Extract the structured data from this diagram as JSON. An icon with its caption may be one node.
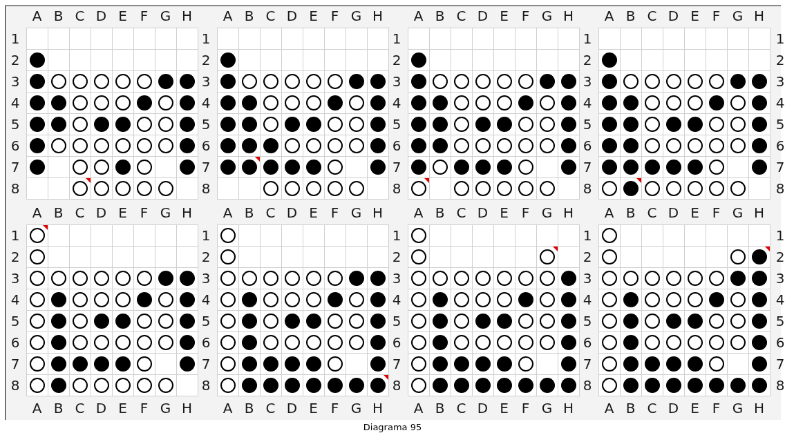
{
  "diagram": {
    "caption": "Diagrama 95",
    "nodes": [
      {
        "text": [],
        "shape": "grid"
      },
      {
        "text": [],
        "shape": "disc",
        "in": 0
      },
      {
        "text": [],
        "shape": "disc",
        "in": 0
      },
      {
        "text": [],
        "shape": "circle",
        "in": 0
      },
      {
        "text": [],
        "shape": "circle",
        "in": 0
      },
      {
        "text": [],
        "shape": "circle",
        "in": 0
      },
      {
        "text": [],
        "shape": "circle",
        "in": 0
      },
      {
        "text": [],
        "shape": "circle",
        "in": 0
      },
      {
        "text": [],
        "shape": "disc",
        "in": 0
      },
      {
        "text": [],
        "shape": "disc",
        "in": 0
      },
      {
        "text": [],
        "shape": "disc",
        "in": 0
      },
      {
        "text": [],
        "shape": "disc",
        "in": 0
      },
      {
        "text": [],
        "shape": "circle",
        "in": 0
      },
      {
        "text": [],
        "shape": "circle",
        "in": 0
      },
      {
        "text": [],
        "shape": "circle",
        "in": 0
      },
      {
        "text": [],
        "shape": "disc",
        "in": 0
      },
      {
        "text": [],
        "shape": "circle",
        "in": 0
      },
      {
        "text": [],
        "shape": "disc",
        "in": 0
      },
      {
        "text": [],
        "shape": "disc",
        "in": 0
      },
      {
        "text": [],
        "shape": "disc",
        "in": 0
      },
      {
        "text": [],
        "shape": "circle",
        "in": 0
      },
      {
        "text": [],
        "shape": "disc",
        "in": 0
      },
      {
        "text": [],
        "shape": "disc",
        "in": 0
      },
      {
        "text": [],
        "shape": "circle",
        "in": 0
      },
      {
        "text": [],
        "shape": "circle",
        "in": 0
      },
      {
        "text": [],
        "shape": "disc",
        "in": 0
      },
      {
        "text": [],
        "shape": "disc",
        "in": 0
      },
      {
        "text": [],
        "shape": "circle",
        "in": 0
      },
      {
        "text": [],
        "shape": "circle",
        "in": 0
      },
      {
        "text": [],
        "shape": "circle",
        "in": 0
      },
      {
        "text": [],
        "shape": "circle",
        "in": 0
      },
      {
        "text": [],
        "shape": "circle",
        "in": 0
      },
      {
        "text": [],
        "shape": "circle",
        "in": 0
      },
      {
        "text": [],
        "shape": "disc",
        "in": 0
      },
      {
        "text": [],
        "shape": "disc",
        "in": 0
      },
      {
        "text": [],
        "shape": "circle",
        "in": 0
      },
      {
        "text": [],
        "shape": "circle",
        "in": 0
      },
      {
        "text": [],
        "shape": "disc",
        "in": 0
      },
      {
        "text": [],
        "shape": "circle",
        "in": 0
      },
      {
        "text": [],
        "shape": "disc",
        "in": 0
      },
      {
        "text": [],
        "shape": "circle",
        "in": 0
      },
      {
        "text": [],
        "shape": "triangle",
        "in": 0
      },
      {
        "text": [],
        "shape": "circle",
        "in": 0
      },
      {
        "text": [],
        "shape": "circle",
        "in": 0
      },
      {
        "text": [],
        "shape": "circle",
        "in": 0
      },
      {
        "text": [],
        "shape": "circle",
        "in": 0
      },
      {
        "text": [],
        "shape": "grid"
      },
      {
        "text": [],
        "shape": "disc",
        "in": 46
      },
      {
        "text": [],
        "shape": "disc",
        "in": 46
      },
      {
        "text": [],
        "shape": "circle",
        "in": 46
      },
      {
        "text": [],
        "shape": "circle",
        "in": 46
      },
      {
        "text": [],
        "shape": "circle",
        "in": 46
      },
      {
        "text": [],
        "shape": "circle",
        "in": 46
      },
      {
        "text": [],
        "shape": "circle",
        "in": 46
      },
      {
        "text": [],
        "shape": "disc",
        "in": 46
      },
      {
        "text": [],
        "shape": "disc",
        "in": 46
      },
      {
        "text": [],
        "shape": "disc",
        "in": 46
      },
      {
        "text": [],
        "shape": "disc",
        "in": 46
      },
      {
        "text": [],
        "shape": "circle",
        "in": 46
      },
      {
        "text": [],
        "shape": "circle",
        "in": 46
      },
      {
        "text": [],
        "shape": "circle",
        "in": 46
      },
      {
        "text": [],
        "shape": "disc",
        "in": 46
      },
      {
        "text": [],
        "shape": "circle",
        "in": 46
      },
      {
        "text": [],
        "shape": "disc",
        "in": 46
      },
      {
        "text": [],
        "shape": "disc",
        "in": 46
      },
      {
        "text": [],
        "shape": "disc",
        "in": 46
      },
      {
        "text": [],
        "shape": "circle",
        "in": 46
      },
      {
        "text": [],
        "shape": "disc",
        "in": 46
      },
      {
        "text": [],
        "shape": "disc",
        "in": 46
      },
      {
        "text": [],
        "shape": "circle",
        "in": 46
      },
      {
        "text": [],
        "shape": "circle",
        "in": 46
      },
      {
        "text": [],
        "shape": "disc",
        "in": 46
      },
      {
        "text": [],
        "shape": "disc",
        "in": 46
      },
      {
        "text": [],
        "shape": "disc",
        "in": 46
      },
      {
        "text": [],
        "shape": "disc",
        "in": 46
      },
      {
        "text": [],
        "shape": "circle",
        "in": 46
      },
      {
        "text": [],
        "shape": "circle",
        "in": 46
      },
      {
        "text": [],
        "shape": "circle",
        "in": 46
      },
      {
        "text": [],
        "shape": "circle",
        "in": 46
      },
      {
        "text": [],
        "shape": "disc",
        "in": 46
      },
      {
        "text": [],
        "shape": "disc",
        "in": 46
      },
      {
        "text": [],
        "shape": "disc",
        "in": 46
      },
      {
        "text": [],
        "shape": "triangle",
        "in": 46
      },
      {
        "text": [],
        "shape": "disc",
        "in": 46
      },
      {
        "text": [],
        "shape": "disc",
        "in": 46
      },
      {
        "text": [],
        "shape": "disc",
        "in": 46
      },
      {
        "text": [],
        "shape": "circle",
        "in": 46
      },
      {
        "text": [],
        "shape": "disc",
        "in": 46
      },
      {
        "text": [],
        "shape": "circle",
        "in": 46
      },
      {
        "text": [],
        "shape": "circle",
        "in": 46
      },
      {
        "text": [],
        "shape": "circle",
        "in": 46
      },
      {
        "text": [],
        "shape": "circle",
        "in": 46
      },
      {
        "text": [],
        "shape": "circle",
        "in": 46
      },
      {
        "text": [],
        "shape": "grid"
      },
      {
        "text": [],
        "shape": "disc",
        "in": 93
      },
      {
        "text": [],
        "shape": "disc",
        "in": 93
      },
      {
        "text": [],
        "shape": "circle",
        "in": 93
      },
      {
        "text": [],
        "shape": "circle",
        "in": 93
      },
      {
        "text": [],
        "shape": "circle",
        "in": 93
      },
      {
        "text": [],
        "shape": "circle",
        "in": 93
      },
      {
        "text": [],
        "shape": "circle",
        "in": 93
      },
      {
        "text": [],
        "shape": "disc",
        "in": 93
      },
      {
        "text": [],
        "shape": "disc",
        "in": 93
      },
      {
        "text": [],
        "shape": "disc",
        "in": 93
      },
      {
        "text": [],
        "shape": "disc",
        "in": 93
      },
      {
        "text": [],
        "shape": "circle",
        "in": 93
      },
      {
        "text": [],
        "shape": "circle",
        "in": 93
      },
      {
        "text": [],
        "shape": "circle",
        "in": 93
      },
      {
        "text": [],
        "shape": "disc",
        "in": 93
      },
      {
        "text": [],
        "shape": "circle",
        "in": 93
      },
      {
        "text": [],
        "shape": "disc",
        "in": 93
      },
      {
        "text": [],
        "shape": "disc",
        "in": 93
      },
      {
        "text": [],
        "shape": "disc",
        "in": 93
      },
      {
        "text": [],
        "shape": "circle",
        "in": 93
      },
      {
        "text": [],
        "shape": "disc",
        "in": 93
      },
      {
        "text": [],
        "shape": "disc",
        "in": 93
      },
      {
        "text": [],
        "shape": "circle",
        "in": 93
      },
      {
        "text": [],
        "shape": "circle",
        "in": 93
      },
      {
        "text": [],
        "shape": "disc",
        "in": 93
      },
      {
        "text": [],
        "shape": "disc",
        "in": 93
      },
      {
        "text": [],
        "shape": "disc",
        "in": 93
      },
      {
        "text": [],
        "shape": "circle",
        "in": 93
      },
      {
        "text": [],
        "shape": "circle",
        "in": 93
      },
      {
        "text": [],
        "shape": "circle",
        "in": 93
      },
      {
        "text": [],
        "shape": "circle",
        "in": 93
      },
      {
        "text": [],
        "shape": "circle",
        "in": 93
      },
      {
        "text": [],
        "shape": "disc",
        "in": 93
      },
      {
        "text": [],
        "shape": "disc",
        "in": 93
      },
      {
        "text": [],
        "shape": "circle",
        "in": 93
      },
      {
        "text": [],
        "shape": "disc",
        "in": 93
      },
      {
        "text": [],
        "shape": "disc",
        "in": 93
      },
      {
        "text": [],
        "shape": "disc",
        "in": 93
      },
      {
        "text": [],
        "shape": "circle",
        "in": 93
      },
      {
        "text": [],
        "shape": "disc",
        "in": 93
      },
      {
        "text": [],
        "shape": "circle",
        "in": 93
      },
      {
        "text": [],
        "shape": "triangle",
        "in": 93
      },
      {
        "text": [],
        "shape": "circle",
        "in": 93
      },
      {
        "text": [],
        "shape": "circle",
        "in": 93
      },
      {
        "text": [],
        "shape": "circle",
        "in": 93
      },
      {
        "text": [],
        "shape": "circle",
        "in": 93
      },
      {
        "text": [],
        "shape": "circle",
        "in": 93
      },
      {
        "text": [],
        "shape": "grid"
      },
      {
        "text": [],
        "shape": "disc",
        "in": 141
      },
      {
        "text": [],
        "shape": "disc",
        "in": 141
      },
      {
        "text": [],
        "shape": "circle",
        "in": 141
      },
      {
        "text": [],
        "shape": "circle",
        "in": 141
      },
      {
        "text": [],
        "shape": "circle",
        "in": 141
      },
      {
        "text": [],
        "shape": "circle",
        "in": 141
      },
      {
        "text": [],
        "shape": "circle",
        "in": 141
      },
      {
        "text": [],
        "shape": "disc",
        "in": 141
      },
      {
        "text": [],
        "shape": "disc",
        "in": 141
      },
      {
        "text": [],
        "shape": "disc",
        "in": 141
      },
      {
        "text": [],
        "shape": "disc",
        "in": 141
      },
      {
        "text": [],
        "shape": "circle",
        "in": 141
      },
      {
        "text": [],
        "shape": "circle",
        "in": 141
      },
      {
        "text": [],
        "shape": "circle",
        "in": 141
      },
      {
        "text": [],
        "shape": "disc",
        "in": 141
      },
      {
        "text": [],
        "shape": "circle",
        "in": 141
      },
      {
        "text": [],
        "shape": "disc",
        "in": 141
      },
      {
        "text": [],
        "shape": "disc",
        "in": 141
      },
      {
        "text": [],
        "shape": "disc",
        "in": 141
      },
      {
        "text": [],
        "shape": "circle",
        "in": 141
      },
      {
        "text": [],
        "shape": "disc",
        "in": 141
      },
      {
        "text": [],
        "shape": "disc",
        "in": 141
      },
      {
        "text": [],
        "shape": "circle",
        "in": 141
      },
      {
        "text": [],
        "shape": "circle",
        "in": 141
      },
      {
        "text": [],
        "shape": "disc",
        "in": 141
      },
      {
        "text": [],
        "shape": "disc",
        "in": 141
      },
      {
        "text": [],
        "shape": "disc",
        "in": 141
      },
      {
        "text": [],
        "shape": "circle",
        "in": 141
      },
      {
        "text": [],
        "shape": "circle",
        "in": 141
      },
      {
        "text": [],
        "shape": "circle",
        "in": 141
      },
      {
        "text": [],
        "shape": "circle",
        "in": 141
      },
      {
        "text": [],
        "shape": "circle",
        "in": 141
      },
      {
        "text": [],
        "shape": "disc",
        "in": 141
      },
      {
        "text": [],
        "shape": "disc",
        "in": 141
      },
      {
        "text": [],
        "shape": "disc",
        "in": 141
      },
      {
        "text": [],
        "shape": "disc",
        "in": 141
      },
      {
        "text": [],
        "shape": "disc",
        "in": 141
      },
      {
        "text": [],
        "shape": "disc",
        "in": 141
      },
      {
        "text": [],
        "shape": "circle",
        "in": 141
      },
      {
        "text": [],
        "shape": "disc",
        "in": 141
      },
      {
        "text": [],
        "shape": "circle",
        "in": 141
      },
      {
        "text": [],
        "shape": "disc",
        "in": 141
      },
      {
        "text": [],
        "shape": "triangle",
        "in": 141
      },
      {
        "text": [],
        "shape": "circle",
        "in": 141
      },
      {
        "text": [],
        "shape": "circle",
        "in": 141
      },
      {
        "text": [],
        "shape": "circle",
        "in": 141
      },
      {
        "text": [],
        "shape": "circle",
        "in": 141
      },
      {
        "text": [],
        "shape": "circle",
        "in": 141
      },
      {
        "text": [],
        "shape": "grid"
      },
      {
        "text": [],
        "shape": "circle",
        "in": 190
      },
      {
        "text": [],
        "shape": "triangle",
        "in": 190
      },
      {
        "text": [],
        "shape": "circle",
        "in": 190
      },
      {
        "text": [],
        "shape": "circle",
        "in": 190
      },
      {
        "text": [],
        "shape": "circle",
        "in": 190
      },
      {
        "text": [],
        "shape": "circle",
        "in": 190
      },
      {
        "text": [],
        "shape": "circle",
        "in": 190
      },
      {
        "text": [],
        "shape": "circle",
        "in": 190
      },
      {
        "text": [],
        "shape": "circle",
        "in": 190
      },
      {
        "text": [],
        "shape": "disc",
        "in": 190
      },
      {
        "text": [],
        "shape": "disc",
        "in": 190
      },
      {
        "text": [],
        "shape": "circle",
        "in": 190
      },
      {
        "text": [],
        "shape": "disc",
        "in": 190
      },
      {
        "text": [],
        "shape": "circle",
        "in": 190
      },
      {
        "text": [],
        "shape": "circle",
        "in": 190
      },
      {
        "text": [],
        "shape": "circle",
        "in": 190
      },
      {
        "text": [],
        "shape": "disc",
        "in": 190
      },
      {
        "text": [],
        "shape": "circle",
        "in": 190
      },
      {
        "text": [],
        "shape": "disc",
        "in": 190
      },
      {
        "text": [],
        "shape": "circle",
        "in": 190
      },
      {
        "text": [],
        "shape": "disc",
        "in": 190
      },
      {
        "text": [],
        "shape": "circle",
        "in": 190
      },
      {
        "text": [],
        "shape": "disc",
        "in": 190
      },
      {
        "text": [],
        "shape": "disc",
        "in": 190
      },
      {
        "text": [],
        "shape": "circle",
        "in": 190
      },
      {
        "text": [],
        "shape": "circle",
        "in": 190
      },
      {
        "text": [],
        "shape": "disc",
        "in": 190
      },
      {
        "text": [],
        "shape": "circle",
        "in": 190
      },
      {
        "text": [],
        "shape": "disc",
        "in": 190
      },
      {
        "text": [],
        "shape": "circle",
        "in": 190
      },
      {
        "text": [],
        "shape": "circle",
        "in": 190
      },
      {
        "text": [],
        "shape": "circle",
        "in": 190
      },
      {
        "text": [],
        "shape": "circle",
        "in": 190
      },
      {
        "text": [],
        "shape": "circle",
        "in": 190
      },
      {
        "text": [],
        "shape": "disc",
        "in": 190
      },
      {
        "text": [],
        "shape": "circle",
        "in": 190
      },
      {
        "text": [],
        "shape": "disc",
        "in": 190
      },
      {
        "text": [],
        "shape": "disc",
        "in": 190
      },
      {
        "text": [],
        "shape": "disc",
        "in": 190
      },
      {
        "text": [],
        "shape": "disc",
        "in": 190
      },
      {
        "text": [],
        "shape": "circle",
        "in": 190
      },
      {
        "text": [],
        "shape": "disc",
        "in": 190
      },
      {
        "text": [],
        "shape": "circle",
        "in": 190
      },
      {
        "text": [],
        "shape": "disc",
        "in": 190
      },
      {
        "text": [],
        "shape": "circle",
        "in": 190
      },
      {
        "text": [],
        "shape": "circle",
        "in": 190
      },
      {
        "text": [],
        "shape": "circle",
        "in": 190
      },
      {
        "text": [],
        "shape": "circle",
        "in": 190
      },
      {
        "text": [],
        "shape": "circle",
        "in": 190
      },
      {
        "text": [],
        "shape": "grid"
      },
      {
        "text": [],
        "shape": "circle",
        "in": 240
      },
      {
        "text": [],
        "shape": "circle",
        "in": 240
      },
      {
        "text": [],
        "shape": "circle",
        "in": 240
      },
      {
        "text": [],
        "shape": "circle",
        "in": 240
      },
      {
        "text": [],
        "shape": "circle",
        "in": 240
      },
      {
        "text": [],
        "shape": "circle",
        "in": 240
      },
      {
        "text": [],
        "shape": "circle",
        "in": 240
      },
      {
        "text": [],
        "shape": "circle",
        "in": 240
      },
      {
        "text": [],
        "shape": "disc",
        "in": 240
      },
      {
        "text": [],
        "shape": "disc",
        "in": 240
      },
      {
        "text": [],
        "shape": "circle",
        "in": 240
      },
      {
        "text": [],
        "shape": "disc",
        "in": 240
      },
      {
        "text": [],
        "shape": "circle",
        "in": 240
      },
      {
        "text": [],
        "shape": "circle",
        "in": 240
      },
      {
        "text": [],
        "shape": "circle",
        "in": 240
      },
      {
        "text": [],
        "shape": "disc",
        "in": 240
      },
      {
        "text": [],
        "shape": "circle",
        "in": 240
      },
      {
        "text": [],
        "shape": "disc",
        "in": 240
      },
      {
        "text": [],
        "shape": "circle",
        "in": 240
      },
      {
        "text": [],
        "shape": "disc",
        "in": 240
      },
      {
        "text": [],
        "shape": "circle",
        "in": 240
      },
      {
        "text": [],
        "shape": "disc",
        "in": 240
      },
      {
        "text": [],
        "shape": "disc",
        "in": 240
      },
      {
        "text": [],
        "shape": "circle",
        "in": 240
      },
      {
        "text": [],
        "shape": "circle",
        "in": 240
      },
      {
        "text": [],
        "shape": "disc",
        "in": 240
      },
      {
        "text": [],
        "shape": "circle",
        "in": 240
      },
      {
        "text": [],
        "shape": "disc",
        "in": 240
      },
      {
        "text": [],
        "shape": "circle",
        "in": 240
      },
      {
        "text": [],
        "shape": "circle",
        "in": 240
      },
      {
        "text": [],
        "shape": "circle",
        "in": 240
      },
      {
        "text": [],
        "shape": "circle",
        "in": 240
      },
      {
        "text": [],
        "shape": "circle",
        "in": 240
      },
      {
        "text": [],
        "shape": "disc",
        "in": 240
      },
      {
        "text": [],
        "shape": "circle",
        "in": 240
      },
      {
        "text": [],
        "shape": "disc",
        "in": 240
      },
      {
        "text": [],
        "shape": "disc",
        "in": 240
      },
      {
        "text": [],
        "shape": "disc",
        "in": 240
      },
      {
        "text": [],
        "shape": "disc",
        "in": 240
      },
      {
        "text": [],
        "shape": "circle",
        "in": 240
      },
      {
        "text": [],
        "shape": "disc",
        "in": 240
      },
      {
        "text": [],
        "shape": "circle",
        "in": 240
      },
      {
        "text": [],
        "shape": "disc",
        "in": 240
      },
      {
        "text": [],
        "shape": "disc",
        "in": 240
      },
      {
        "text": [],
        "shape": "disc",
        "in": 240
      },
      {
        "text": [],
        "shape": "disc",
        "in": 240
      },
      {
        "text": [],
        "shape": "disc",
        "in": 240
      },
      {
        "text": [],
        "shape": "disc",
        "in": 240
      },
      {
        "text": [],
        "shape": "disc",
        "in": 240
      },
      {
        "text": [],
        "shape": "triangle",
        "in": 240
      },
      {
        "text": [],
        "shape": "grid"
      },
      {
        "text": [],
        "shape": "circle",
        "in": 291
      },
      {
        "text": [],
        "shape": "circle",
        "in": 291
      },
      {
        "text": [],
        "shape": "circle",
        "in": 291
      },
      {
        "text": [],
        "shape": "triangle",
        "in": 291
      },
      {
        "text": [],
        "shape": "circle",
        "in": 291
      },
      {
        "text": [],
        "shape": "circle",
        "in": 291
      },
      {
        "text": [],
        "shape": "circle",
        "in": 291
      },
      {
        "text": [],
        "shape": "circle",
        "in": 291
      },
      {
        "text": [],
        "shape": "circle",
        "in": 291
      },
      {
        "text": [],
        "shape": "circle",
        "in": 291
      },
      {
        "text": [],
        "shape": "circle",
        "in": 291
      },
      {
        "text": [],
        "shape": "disc",
        "in": 291
      },
      {
        "text": [],
        "shape": "circle",
        "in": 291
      },
      {
        "text": [],
        "shape": "disc",
        "in": 291
      },
      {
        "text": [],
        "shape": "circle",
        "in": 291
      },
      {
        "text": [],
        "shape": "circle",
        "in": 291
      },
      {
        "text": [],
        "shape": "circle",
        "in": 291
      },
      {
        "text": [],
        "shape": "disc",
        "in": 291
      },
      {
        "text": [],
        "shape": "circle",
        "in": 291
      },
      {
        "text": [],
        "shape": "disc",
        "in": 291
      },
      {
        "text": [],
        "shape": "circle",
        "in": 291
      },
      {
        "text": [],
        "shape": "disc",
        "in": 291
      },
      {
        "text": [],
        "shape": "circle",
        "in": 291
      },
      {
        "text": [],
        "shape": "disc",
        "in": 291
      },
      {
        "text": [],
        "shape": "disc",
        "in": 291
      },
      {
        "text": [],
        "shape": "circle",
        "in": 291
      },
      {
        "text": [],
        "shape": "circle",
        "in": 291
      },
      {
        "text": [],
        "shape": "disc",
        "in": 291
      },
      {
        "text": [],
        "shape": "circle",
        "in": 291
      },
      {
        "text": [],
        "shape": "disc",
        "in": 291
      },
      {
        "text": [],
        "shape": "circle",
        "in": 291
      },
      {
        "text": [],
        "shape": "circle",
        "in": 291
      },
      {
        "text": [],
        "shape": "circle",
        "in": 291
      },
      {
        "text": [],
        "shape": "circle",
        "in": 291
      },
      {
        "text": [],
        "shape": "circle",
        "in": 291
      },
      {
        "text": [],
        "shape": "disc",
        "in": 291
      },
      {
        "text": [],
        "shape": "circle",
        "in": 291
      },
      {
        "text": [],
        "shape": "disc",
        "in": 291
      },
      {
        "text": [],
        "shape": "disc",
        "in": 291
      },
      {
        "text": [],
        "shape": "disc",
        "in": 291
      },
      {
        "text": [],
        "shape": "disc",
        "in": 291
      },
      {
        "text": [],
        "shape": "circle",
        "in": 291
      },
      {
        "text": [],
        "shape": "disc",
        "in": 291
      },
      {
        "text": [],
        "shape": "circle",
        "in": 291
      },
      {
        "text": [],
        "shape": "disc",
        "in": 291
      },
      {
        "text": [],
        "shape": "disc",
        "in": 291
      },
      {
        "text": [],
        "shape": "disc",
        "in": 291
      },
      {
        "text": [],
        "shape": "disc",
        "in": 291
      },
      {
        "text": [],
        "shape": "disc",
        "in": 291
      },
      {
        "text": [],
        "shape": "disc",
        "in": 291
      },
      {
        "text": [],
        "shape": "disc",
        "in": 291
      },
      {
        "text": [],
        "shape": "grid"
      },
      {
        "text": [],
        "shape": "circle",
        "in": 343
      },
      {
        "text": [],
        "shape": "circle",
        "in": 343
      },
      {
        "text": [],
        "shape": "circle",
        "in": 343
      },
      {
        "text": [],
        "shape": "disc",
        "in": 343
      },
      {
        "text": [],
        "shape": "triangle",
        "in": 343
      },
      {
        "text": [],
        "shape": "circle",
        "in": 343
      },
      {
        "text": [],
        "shape": "circle",
        "in": 343
      },
      {
        "text": [],
        "shape": "circle",
        "in": 343
      },
      {
        "text": [],
        "shape": "circle",
        "in": 343
      },
      {
        "text": [],
        "shape": "circle",
        "in": 343
      },
      {
        "text": [],
        "shape": "circle",
        "in": 343
      },
      {
        "text": [],
        "shape": "disc",
        "in": 343
      },
      {
        "text": [],
        "shape": "disc",
        "in": 343
      },
      {
        "text": [],
        "shape": "circle",
        "in": 343
      },
      {
        "text": [],
        "shape": "disc",
        "in": 343
      },
      {
        "text": [],
        "shape": "circle",
        "in": 343
      },
      {
        "text": [],
        "shape": "circle",
        "in": 343
      },
      {
        "text": [],
        "shape": "circle",
        "in": 343
      },
      {
        "text": [],
        "shape": "disc",
        "in": 343
      },
      {
        "text": [],
        "shape": "circle",
        "in": 343
      },
      {
        "text": [],
        "shape": "disc",
        "in": 343
      },
      {
        "text": [],
        "shape": "circle",
        "in": 343
      },
      {
        "text": [],
        "shape": "disc",
        "in": 343
      },
      {
        "text": [],
        "shape": "circle",
        "in": 343
      },
      {
        "text": [],
        "shape": "disc",
        "in": 343
      },
      {
        "text": [],
        "shape": "disc",
        "in": 343
      },
      {
        "text": [],
        "shape": "circle",
        "in": 343
      },
      {
        "text": [],
        "shape": "circle",
        "in": 343
      },
      {
        "text": [],
        "shape": "disc",
        "in": 343
      },
      {
        "text": [],
        "shape": "circle",
        "in": 343
      },
      {
        "text": [],
        "shape": "disc",
        "in": 343
      },
      {
        "text": [],
        "shape": "circle",
        "in": 343
      },
      {
        "text": [],
        "shape": "circle",
        "in": 343
      },
      {
        "text": [],
        "shape": "circle",
        "in": 343
      },
      {
        "text": [],
        "shape": "circle",
        "in": 343
      },
      {
        "text": [],
        "shape": "circle",
        "in": 343
      },
      {
        "text": [],
        "shape": "disc",
        "in": 343
      },
      {
        "text": [],
        "shape": "circle",
        "in": 343
      },
      {
        "text": [],
        "shape": "disc",
        "in": 343
      },
      {
        "text": [],
        "shape": "disc",
        "in": 343
      },
      {
        "text": [],
        "shape": "disc",
        "in": 343
      },
      {
        "text": [],
        "shape": "disc",
        "in": 343
      },
      {
        "text": [],
        "shape": "circle",
        "in": 343
      },
      {
        "text": [],
        "shape": "disc",
        "in": 343
      },
      {
        "text": [],
        "shape": "circle",
        "in": 343
      },
      {
        "text": [],
        "shape": "disc",
        "in": 343
      },
      {
        "text": [],
        "shape": "disc",
        "in": 343
      },
      {
        "text": [],
        "shape": "disc",
        "in": 343
      },
      {
        "text": [],
        "shape": "disc",
        "in": 343
      },
      {
        "text": [],
        "shape": "disc",
        "in": 343
      },
      {
        "text": [],
        "shape": "disc",
        "in": 343
      },
      {
        "text": [],
        "shape": "disc",
        "in": 343
      }
    ],
    "labels": [
      "A",
      "B",
      "C",
      "D",
      "E",
      "F",
      "G",
      "H",
      "1",
      "2",
      "3",
      "4",
      "5",
      "6",
      "7",
      "8",
      "A",
      "B",
      "C",
      "D",
      "E",
      "F",
      "G",
      "H",
      "1",
      "2",
      "3",
      "4",
      "5",
      "6",
      "7",
      "8",
      "A",
      "B",
      "C",
      "D",
      "E",
      "F",
      "G",
      "H",
      "1",
      "2",
      "3",
      "4",
      "5",
      "6",
      "7",
      "8",
      "A",
      "B",
      "C",
      "D",
      "E",
      "F",
      "G",
      "H",
      "1",
      "2",
      "3",
      "4",
      "5",
      "6",
      "7",
      "8",
      "1",
      "2",
      "3",
      "4",
      "5",
      "6",
      "7",
      "8",
      "A",
      "B",
      "C",
      "D",
      "E",
      "F",
      "G",
      "H",
      "1",
      "2",
      "3",
      "4",
      "5",
      "6",
      "7",
      "8",
      "A",
      "B",
      "C",
      "D",
      "E",
      "F",
      "G",
      "H",
      "A",
      "B",
      "C",
      "D",
      "E",
      "F",
      "G",
      "H",
      "1",
      "2",
      "3",
      "4",
      "5",
      "6",
      "7",
      "8",
      "A",
      "B",
      "C",
      "D",
      "E",
      "F",
      "G",
      "H",
      "A",
      "B",
      "C",
      "D",
      "E",
      "F",
      "G",
      "H",
      "1",
      "2",
      "3",
      "4",
      "5",
      "6",
      "7",
      "8",
      "A",
      "B",
      "C",
      "D",
      "E",
      "F",
      "G",
      "H",
      "A",
      "B",
      "C",
      "D",
      "E",
      "F",
      "G",
      "H",
      "1",
      "2",
      "3",
      "4",
      "5",
      "6",
      "7",
      "8",
      "A",
      "B",
      "C",
      "D",
      "E",
      "F",
      "G",
      "H",
      "1",
      "2",
      "3",
      "4",
      "5",
      "6",
      "7",
      "8"
    ]
  }
}
